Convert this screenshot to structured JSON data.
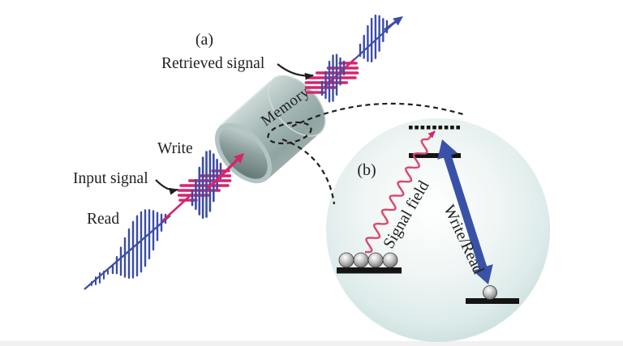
{
  "figure": {
    "panels": {
      "a": "(a)",
      "b": "(b)"
    },
    "labels": {
      "retrieved_signal": "Retrieved signal",
      "write": "Write",
      "input_signal": "Input signal",
      "read": "Read",
      "memory": "Memory",
      "signal_field": "Signal field",
      "write_read": "Write/Read"
    },
    "colors": {
      "pulse_blue": "#3a4da6",
      "pulse_magenta": "#d6246e",
      "signal_wave": "#d9486f",
      "control_arrow_blue": "#3952a8",
      "cylinder_gray": "#a9bcba",
      "ensemble_tint": "#cfe2e0",
      "level_black": "#141414",
      "text": "#1f1f1f",
      "background": "#ffffff"
    }
  }
}
